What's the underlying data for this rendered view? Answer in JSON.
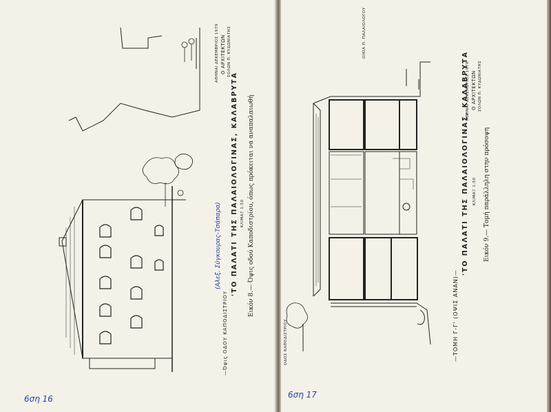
{
  "left": {
    "street_label": "—Όψις ΟΔΟΥ ΚΑΠΟΔΙΣΤΡΙΟΥ",
    "handwritten_note": "(Αλεξ. Σύγκουρας-Τσάπαρα)",
    "title": "'ΤΟ ΠΑΛΑΤΙ ΤΗΣ ΠΑΛΑΙΟΛΟΓΙΝΑΣ, ΚΑΛΑΒΡΥΤΑ",
    "scale": "ΚΛΙΜΑΞ 1:50",
    "caption": "Εικόν 8.— Όψις οδού Καποδιστρίου, όπως πρόκειται να αναπαλαιωθή",
    "credit_line1": "ΑΘΗΝΑΙ ΔΕΚΕΜΒΡΙΟΣ 1979",
    "credit_line2": "Ο ΑΡΧΙΤΕΚΤΩΝ",
    "credit_line3": "ΣΟΛΩΝ Π. ΚΥΔΩΝΙΑΤΗΣ",
    "page_note": "6ση 16"
  },
  "right": {
    "section_label": "—ΤΟΜΗ Γ-Γ'  (ΟΨΙΣ ΑΝΑΝ)—",
    "title": "'ΤΟ ΠΑΛΑΤΙ ΤΗΣ ΠΑΛΑΙΟΛΟΓΙΝΑΣ, ΚΑΛΑΒΡΥΤΑ",
    "scale": "ΚΛΙΜΑΞ 1:50",
    "caption": "Εικόν 9.— Τομή παράλληλη στην πρόσοψη",
    "credit_line1": "ΑΘΗΝΑΙ ΔΕΚΕΜΒΡΙΟΣ 1979",
    "credit_line2": "Ο ΑΡΧΙΤΕΚΤΩΝ",
    "credit_line3": "ΣΟΛΩΝ Π. ΚΥΔΩΝΙΑΤΗΣ",
    "label_house": "ΟΙΚΙΑ Π. ΠΑΛΑΙΟΛΟΓΟΥ",
    "label_street": "ΟΔΟΣ ΚΑΠΟΔΙΣΤΡΙΟΥ",
    "page_note": "6ση 17"
  }
}
